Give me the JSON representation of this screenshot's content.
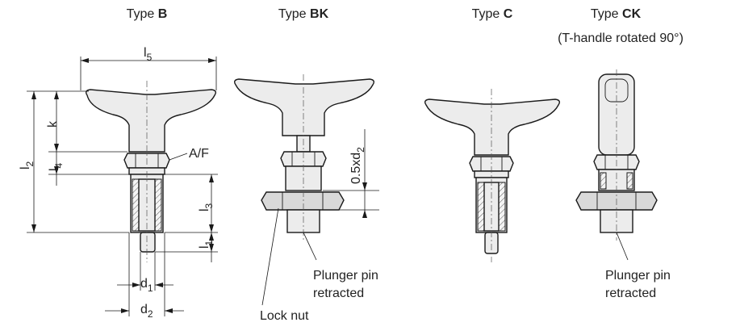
{
  "types": {
    "b": {
      "prefix": "Type ",
      "code": "B"
    },
    "bk": {
      "prefix": "Type ",
      "code": "BK"
    },
    "c": {
      "prefix": "Type ",
      "code": "C"
    },
    "ck": {
      "prefix": "Type ",
      "code": "CK"
    }
  },
  "ck_note": "(T-handle rotated 90°)",
  "dimensions": {
    "l5": {
      "base": "l",
      "sub": "5"
    },
    "l2": {
      "base": "l",
      "sub": "2"
    },
    "k": {
      "base": "k",
      "sub": ""
    },
    "l4": {
      "base": "l",
      "sub": "4"
    },
    "l3": {
      "base": "l",
      "sub": "3"
    },
    "l1": {
      "base": "l",
      "sub": "1"
    },
    "af": {
      "base": "A/F",
      "sub": ""
    },
    "d1": {
      "base": "d",
      "sub": "1"
    },
    "d2": {
      "base": "d",
      "sub": "2"
    },
    "half_d2": {
      "base": "0.5xd",
      "sub": "2"
    }
  },
  "callouts": {
    "lock_nut": "Lock nut",
    "plunger_bk_line1": "Plunger pin",
    "plunger_bk_line2": "retracted",
    "plunger_ck_line1": "Plunger pin",
    "plunger_ck_line2": "retracted"
  },
  "colors": {
    "line": "#1a1a1a",
    "part_fill": "#ececec",
    "background": "#ffffff"
  }
}
